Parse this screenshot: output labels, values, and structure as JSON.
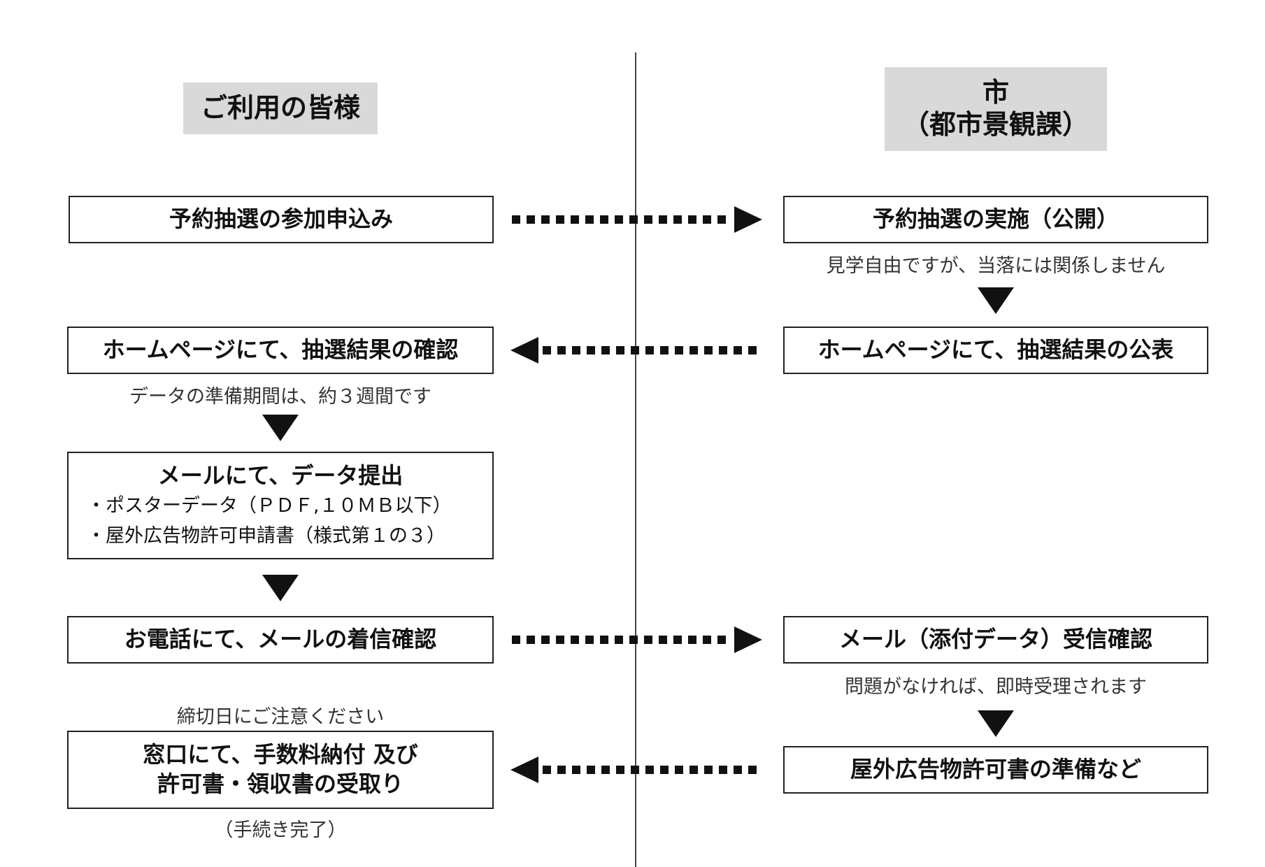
{
  "headers": {
    "users": "ご利用の皆様",
    "city_line1": "市",
    "city_line2": "（都市景観課）"
  },
  "left": {
    "step1": "予約抽選の参加申込み",
    "step2": "ホームページにて、抽選結果の確認",
    "step2_note": "データの準備期間は、約３週間です",
    "step3_title": "メールにて、データ提出",
    "step3_bullet1": "・ポスターデータ（ＰＤＦ,１０ＭＢ以下）",
    "step3_bullet2": "・屋外広告物許可申請書（様式第１の３）",
    "step4": "お電話にて、メールの着信確認",
    "step5_note_above": "締切日にご注意ください",
    "step5_line1": "窓口にて、手数料納付 及び",
    "step5_line2": "許可書・領収書の受取り",
    "step5_note_below": "（手続き完了）"
  },
  "right": {
    "step1": "予約抽選の実施（公開）",
    "step1_note": "見学自由ですが、当落には関係しません",
    "step2": "ホームページにて、抽選結果の公表",
    "step3": "メール（添付データ）受信確認",
    "step3_note": "問題がなければ、即時受理されます",
    "step4": "屋外広告物許可書の準備など"
  },
  "colors": {
    "header_bg": "#d9d9d9",
    "line": "#222222"
  }
}
